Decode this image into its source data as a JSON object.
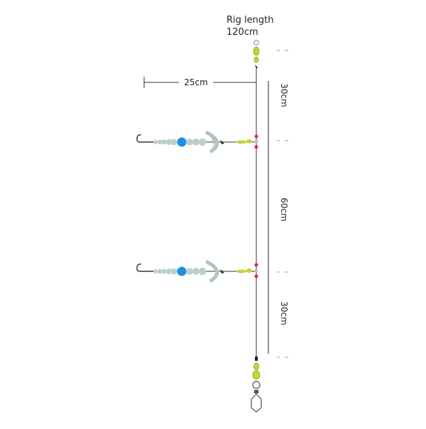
{
  "title": {
    "line1": "Rig length",
    "line2": "120cm"
  },
  "dimensions": {
    "top_section": "30cm",
    "middle_section": "60cm",
    "bottom_section": "30cm",
    "snood_length": "25cm"
  },
  "colors": {
    "line": "#333333",
    "dimension_line": "#444444",
    "tick": "#999999",
    "swivel": "#c8d23a",
    "bead_pale": "#b9d0cf",
    "bead_blue": "#1f8fe0",
    "spoon": "#b0c2c2",
    "stop_bead": "#e82a2a",
    "weight_clip": "#666666"
  },
  "components": {
    "snood_count": 2,
    "top_swivel_icon": "barrel-swivel-icon",
    "bead_icon": "bead-icon",
    "hook_icon": "hook-icon",
    "weight_clip_icon": "lead-clip-icon"
  }
}
